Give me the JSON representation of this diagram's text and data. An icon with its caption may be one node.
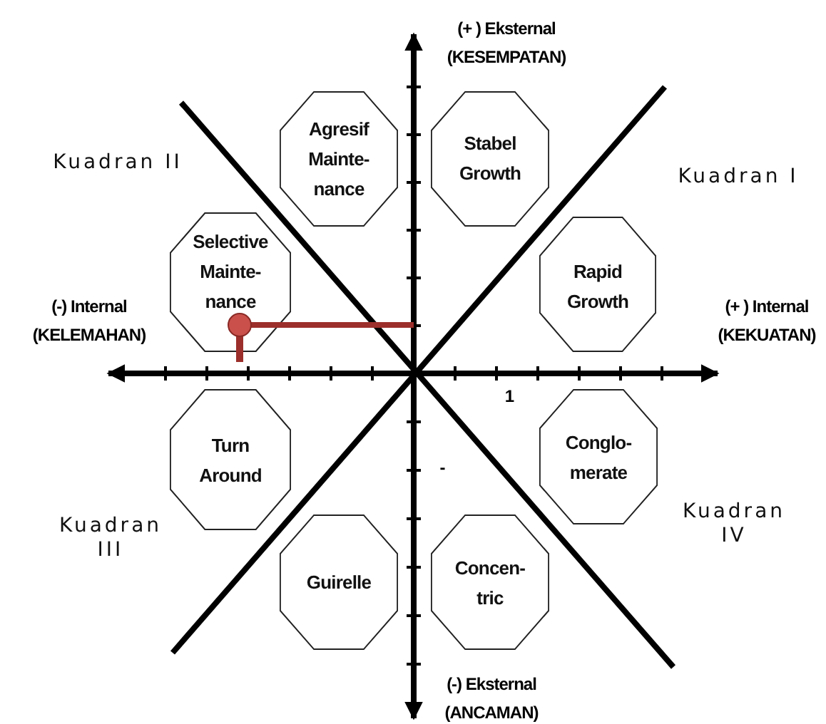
{
  "diagram": {
    "nodes": [
      {
        "text": [
          "Agresif Mainte- nance"
        ]
      },
      {
        "text": [
          "Stabel Growth"
        ]
      },
      {
        "text": [
          "Selective Mainte- nance"
        ]
      },
      {
        "text": [
          "Rapid Growth"
        ]
      },
      {
        "text": [
          "Turn Around"
        ]
      },
      {
        "text": [
          "Conglo- merate"
        ]
      },
      {
        "text": [
          "Guirelle"
        ]
      },
      {
        "text": [
          "Concen- tric"
        ]
      }
    ],
    "labels": [
      "(+ ) Eksternal (KESEMPATAN)",
      "Kuadran II",
      "Kuadran I",
      "(-) Internal (KELEMAHAN)",
      "(+ ) Internal (KEKUATAN)",
      "1",
      "-",
      "Kuadran III",
      "Kuadran IV",
      "(-) Eksternal (ANCAMAN)"
    ]
  }
}
